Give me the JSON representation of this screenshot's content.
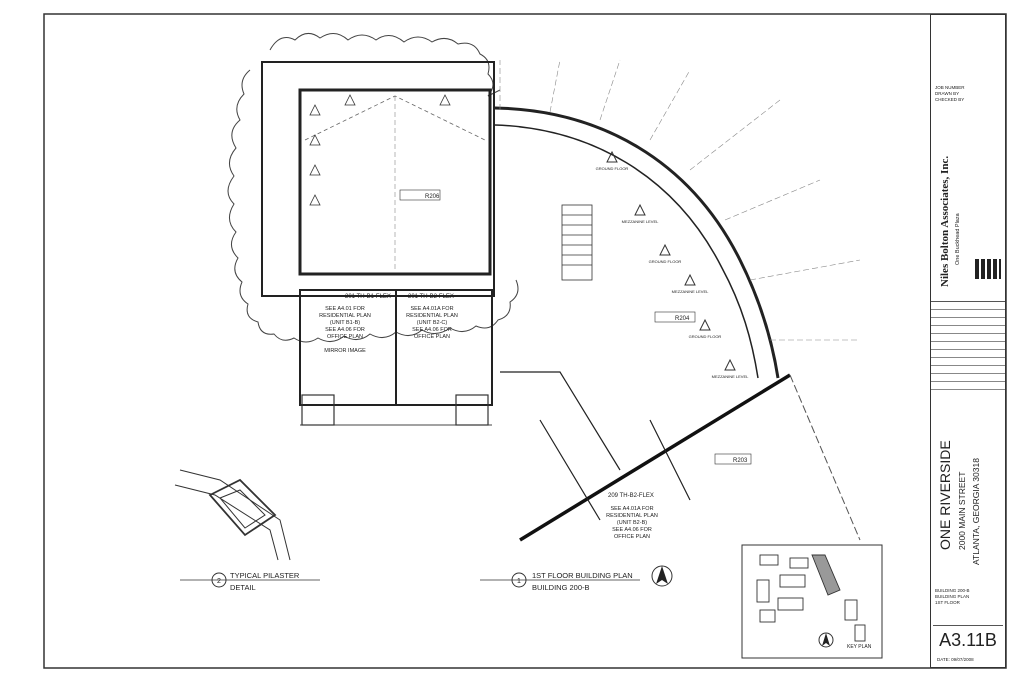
{
  "sheet": {
    "line_color": "#2a2a2a",
    "background": "#ffffff"
  },
  "title_block": {
    "job_lines": [
      "JOB NUMBER",
      "DRAWN BY",
      "CHECKED BY"
    ],
    "firm_name": "Niles Bolton Associates, Inc.",
    "firm_address": "One Buckhead Plaza",
    "project_name": "ONE RIVERSIDE",
    "project_street": "2000 MAIN STREET",
    "project_city": "ATLANTA, GEORGIA 30318",
    "sheet_info_lines": [
      "BUILDING 200-B",
      "BUILDING PLAN",
      "1ST FLOOR"
    ],
    "sheet_number": "A3.11B",
    "date": "DATE: 09/07/2008"
  },
  "drawing": {
    "unit_labels": [
      "201 TH-B1-FLEX",
      "201 TH-B2-FLEX",
      "209 TH-B2-FLEX"
    ],
    "note_left": [
      "SEE A4.01 FOR",
      "RESIDENTIAL PLAN",
      "(UNIT B1-B)",
      "SEE A4.06 FOR",
      "OFFICE PLAN"
    ],
    "note_mid": [
      "SEE A4.01A FOR",
      "RESIDENTIAL PLAN",
      "(UNIT B2-C)",
      "SEE A4.06 FOR",
      "OFFICE PLAN"
    ],
    "note_low": [
      "SEE A4.01A FOR",
      "RESIDENTIAL PLAN",
      "(UNIT B2-B)",
      "SEE A4.06 FOR",
      "OFFICE PLAN"
    ],
    "mirror_text": "MIRROR IMAGE",
    "room_tags": [
      "R206",
      "R204",
      "R203"
    ],
    "level_labels": [
      "GROUND FLOOR",
      "MEZZANINE LEVEL",
      "GROUND FLOOR",
      "MEZZANINE LEVEL",
      "GROUND FLOOR",
      "MEZZANINE LEVEL"
    ]
  },
  "detail_labels": {
    "pilaster": {
      "number": "2",
      "title": "TYPICAL PILASTER",
      "subtitle": "DETAIL"
    },
    "plan": {
      "number": "1",
      "title": "1ST FLOOR BUILDING PLAN",
      "subtitle": "BUILDING 200-B"
    },
    "key_plan": "KEY PLAN"
  }
}
